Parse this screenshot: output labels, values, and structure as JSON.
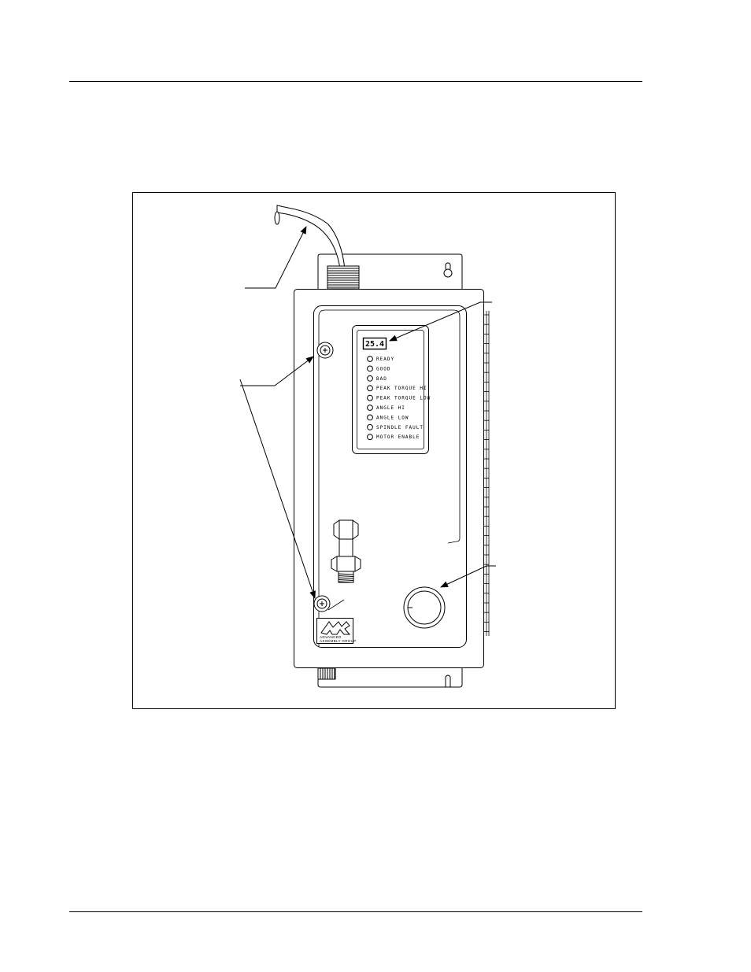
{
  "display": {
    "readout": "25.4"
  },
  "leds": [
    {
      "label": "READY"
    },
    {
      "label": "GOOD"
    },
    {
      "label": "BAD"
    },
    {
      "label": "PEAK TORQUE HI"
    },
    {
      "label": "PEAK TORQUE LOW"
    },
    {
      "label": "ANGLE HI"
    },
    {
      "label": "ANGLE LOW"
    },
    {
      "label": "SPINDLE FAULT"
    },
    {
      "label": "MOTOR ENABLE"
    }
  ],
  "logo": {
    "line1": "ADVANCED",
    "line2": "ASSEMBLY GROUP"
  }
}
